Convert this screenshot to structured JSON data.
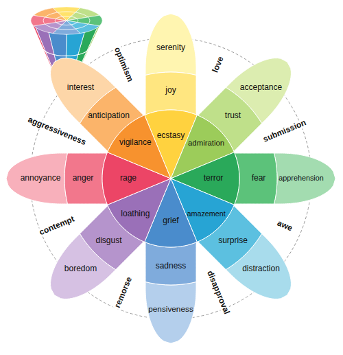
{
  "diagram": {
    "nodes": [
      {
        "text": [
          "serenity"
        ]
      },
      {
        "text": [
          "joy"
        ]
      },
      {
        "text": [
          "ecstasy"
        ]
      },
      {
        "text": [
          "acceptance"
        ]
      },
      {
        "text": [
          "trust"
        ]
      },
      {
        "text": [
          "admiration"
        ]
      },
      {
        "text": [
          "apprehension"
        ]
      },
      {
        "text": [
          "fear"
        ]
      },
      {
        "text": [
          "terror"
        ]
      },
      {
        "text": [
          "distraction"
        ]
      },
      {
        "text": [
          "surprise"
        ]
      },
      {
        "text": [
          "amazement"
        ]
      },
      {
        "text": [
          "pensiveness"
        ]
      },
      {
        "text": [
          "sadness"
        ]
      },
      {
        "text": [
          "grief"
        ]
      },
      {
        "text": [
          "boredom"
        ]
      },
      {
        "text": [
          "disgust"
        ]
      },
      {
        "text": [
          "loathing"
        ]
      },
      {
        "text": [
          "annoyance"
        ]
      },
      {
        "text": [
          "anger"
        ]
      },
      {
        "text": [
          "rage"
        ]
      },
      {
        "text": [
          "interest"
        ]
      },
      {
        "text": [
          "anticipation"
        ]
      },
      {
        "text": [
          "vigilance"
        ]
      }
    ],
    "labels": [
      "optimism",
      "love",
      "submission",
      "awe",
      "disapproval",
      "remorse",
      "contempt",
      "aggressiveness"
    ]
  }
}
